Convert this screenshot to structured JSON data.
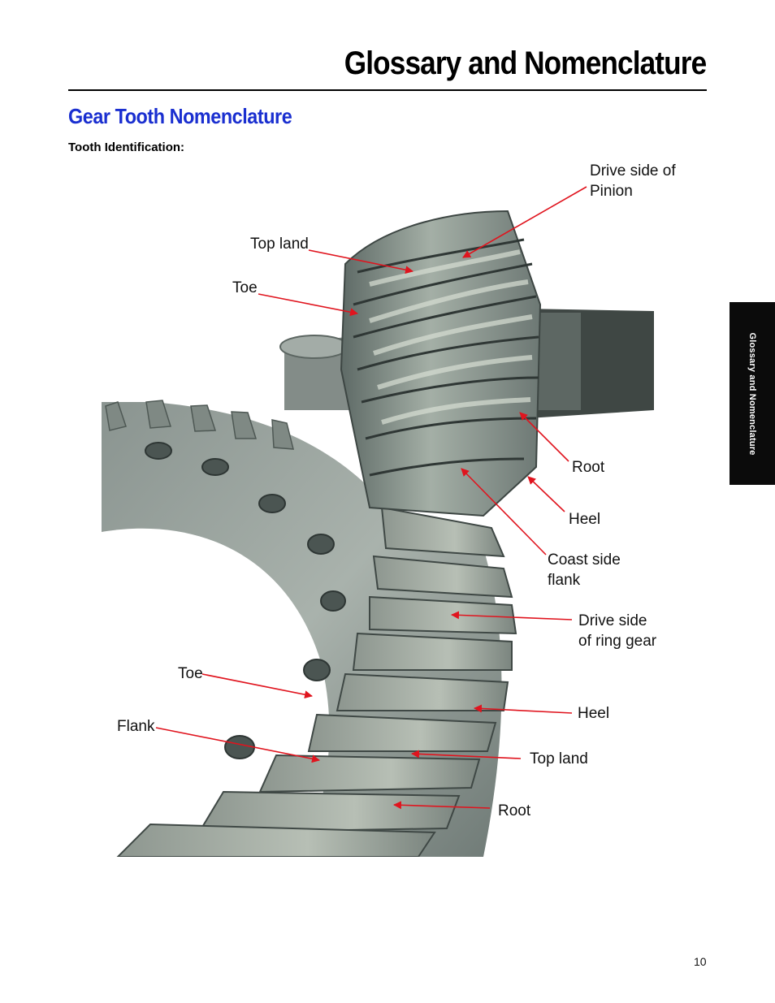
{
  "header": {
    "title": "Glossary and Nomenclature"
  },
  "section": {
    "title": "Gear Tooth Nomenclature",
    "subtitle": "Tooth Identification:"
  },
  "side_tab": {
    "label": "Glossary and Nomenclature"
  },
  "labels": {
    "drive_side_pinion_line1": "Drive side of",
    "drive_side_pinion_line2": "Pinion",
    "top_land_pinion": "Top land",
    "toe_pinion": "Toe",
    "root_pinion": "Root",
    "heel_pinion": "Heel",
    "coast_side_line1": "Coast side",
    "coast_side_line2": "flank",
    "drive_side_ring_line1": "Drive side",
    "drive_side_ring_line2": "of ring gear",
    "toe_ring": "Toe",
    "heel_ring": "Heel",
    "flank_ring": "Flank",
    "top_land_ring": "Top land",
    "root_ring": "Root"
  },
  "colors": {
    "arrow": "#e0141e",
    "section_title": "#1a2fd0",
    "tab": "#0b0b0b"
  },
  "footer": {
    "page_number": "10"
  }
}
